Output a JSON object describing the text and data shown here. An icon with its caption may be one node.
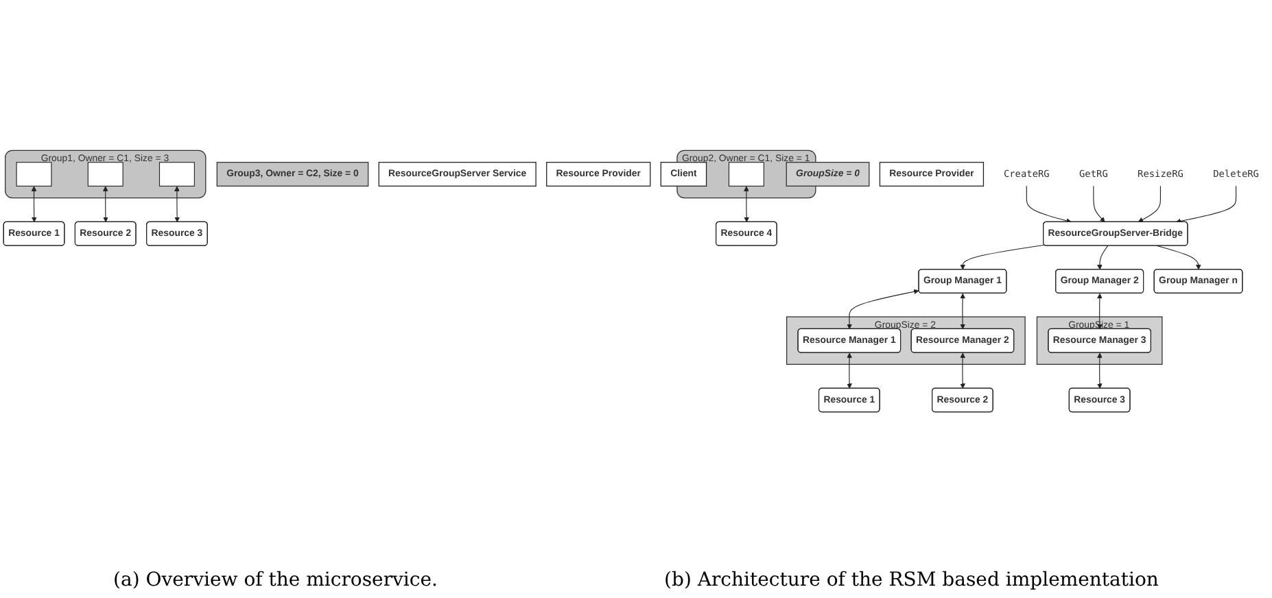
{
  "diagram": {
    "nodes": [
      {
        "text": [
          "Group1, Owner = C1, Size = 3"
        ]
      },
      {
        "text": [],
        "shape": "box",
        "in": 0
      },
      {
        "text": [],
        "shape": "box",
        "in": 0
      },
      {
        "text": [],
        "shape": "box",
        "in": 0
      },
      {
        "text": [
          "Group2, Owner = C1, Size = 1"
        ]
      },
      {
        "text": [],
        "shape": "box",
        "in": 4
      },
      {
        "text": [
          "Group3, Owner = C2, Size = 0"
        ]
      },
      {
        "text": [
          "Resource 1"
        ]
      },
      {
        "text": [
          "Resource 2"
        ]
      },
      {
        "text": [
          "Resource 3"
        ]
      },
      {
        "text": [
          "Resource 4"
        ]
      },
      {
        "text": [
          "ResourceGroupServer Service"
        ]
      },
      {
        "text": [
          "Resource Provider"
        ]
      },
      {
        "text": [
          "Client"
        ]
      },
      {
        "text": [
          "CreateRG"
        ]
      },
      {
        "text": [
          "GetRG"
        ]
      },
      {
        "text": [
          "ResizeRG"
        ]
      },
      {
        "text": [
          "DeleteRG"
        ]
      },
      {
        "text": [
          "ResourceGroupServer-Bridge"
        ]
      },
      {
        "text": [
          "Group Manager 1"
        ]
      },
      {
        "text": [
          "Group Manager 2"
        ]
      },
      {
        "text": [
          "Group Manager n"
        ]
      },
      {
        "text": [
          "GroupSize = 2"
        ]
      },
      {
        "text": [
          "Resource Manager 1"
        ],
        "in": 22
      },
      {
        "text": [
          "Resource Manager 2"
        ],
        "in": 22
      },
      {
        "text": [
          "GroupSize = 1"
        ]
      },
      {
        "text": [
          "Resource Manager 3"
        ],
        "in": 25
      },
      {
        "text": [
          "GroupSize = 0"
        ]
      },
      {
        "text": [
          "Resource 1"
        ]
      },
      {
        "text": [
          "Resource 2"
        ]
      },
      {
        "text": [
          "Resource 3"
        ]
      },
      {
        "text": [
          "Resource Provider"
        ]
      }
    ],
    "edges": [
      {
        "from": 1,
        "to": 7,
        "arrow": "both"
      },
      {
        "from": 2,
        "to": 8,
        "arrow": "both"
      },
      {
        "from": 3,
        "to": 9,
        "arrow": "both"
      },
      {
        "from": 5,
        "to": 10,
        "arrow": "both"
      },
      {
        "from": 14,
        "to": 18,
        "arrow": "to"
      },
      {
        "from": 15,
        "to": 18,
        "arrow": "to"
      },
      {
        "from": 16,
        "to": 18,
        "arrow": "to"
      },
      {
        "from": 17,
        "to": 18,
        "arrow": "to"
      },
      {
        "from": 18,
        "to": 19,
        "arrow": "to"
      },
      {
        "from": 18,
        "to": 20,
        "arrow": "to"
      },
      {
        "from": 18,
        "to": 21,
        "arrow": "to"
      },
      {
        "from": 19,
        "to": 23,
        "arrow": "both"
      },
      {
        "from": 19,
        "to": 24,
        "arrow": "both"
      },
      {
        "from": 20,
        "to": 26,
        "arrow": "both"
      },
      {
        "from": 23,
        "to": 28,
        "arrow": "both"
      },
      {
        "from": 24,
        "to": 29,
        "arrow": "both"
      },
      {
        "from": 26,
        "to": 30,
        "arrow": "both"
      }
    ],
    "labels": [
      "(a) Overview of the microservice.",
      "(b) Architecture of the RSM based implementation"
    ]
  }
}
